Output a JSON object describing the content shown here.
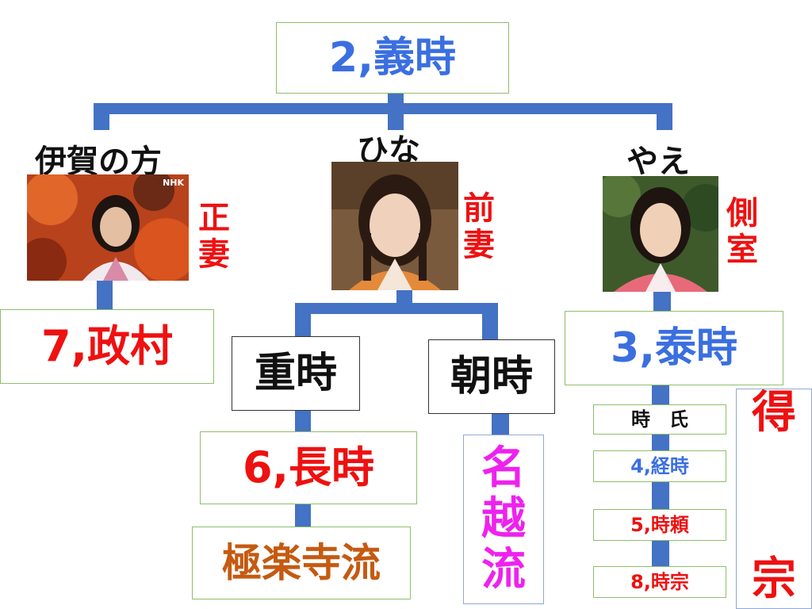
{
  "root": {
    "label": "2,義時"
  },
  "wives": [
    {
      "name": "伊賀の方",
      "role": "正妻",
      "photo_icon": "portrait-iga-icon",
      "watermark": "NHK"
    },
    {
      "name": "ひな",
      "role": "前妻",
      "photo_icon": "portrait-hina-icon"
    },
    {
      "name": "やえ",
      "role": "側室",
      "photo_icon": "portrait-yae-icon"
    }
  ],
  "children": {
    "masamura": "7,政村",
    "shigetoki": "重時",
    "tomotoki": "朝時",
    "yasutoki": "3,泰時"
  },
  "lines": {
    "nagatoki": "6,長時",
    "gokurakuji": "極楽寺流",
    "nagoe": "名越流",
    "tokiuji": "時　氏",
    "tsunetoki": "4,経時",
    "tokiyori": "5,時頼",
    "tokimune": "8,時宗",
    "tokuso": "得宗"
  },
  "colors": {
    "connector": "#4472c4",
    "red": "#ee1111",
    "blue": "#3b6fe0",
    "magenta": "#ee22ee",
    "orange": "#c55a11"
  }
}
